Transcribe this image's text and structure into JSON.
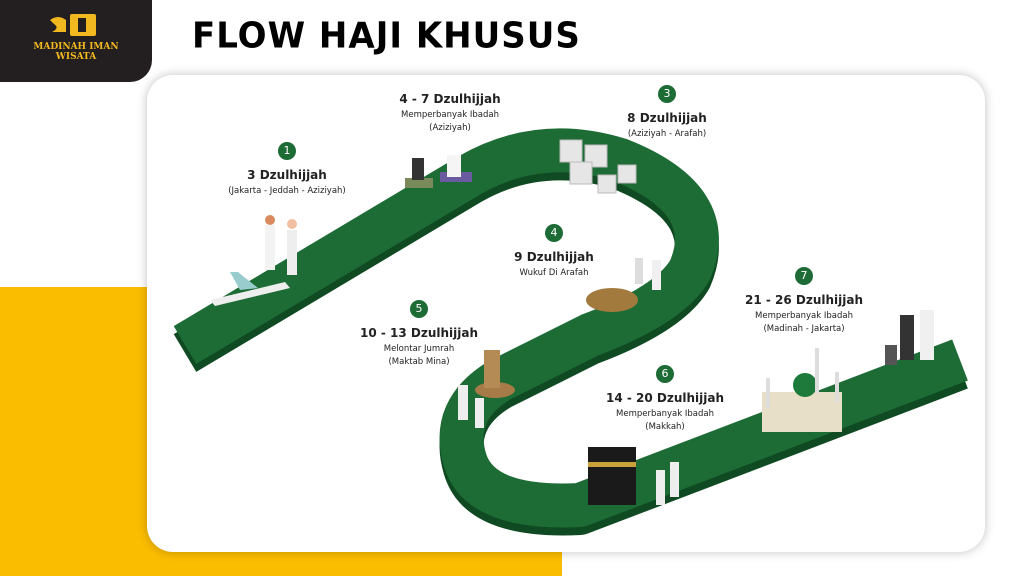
{
  "brand": {
    "name_line1": "MADINAH IMAN",
    "name_line2": "WISATA"
  },
  "title": "FLOW HAJI KHUSUS",
  "colors": {
    "green": "#1d6b35",
    "yellow": "#fbbd00",
    "dark": "#231f20",
    "gold": "#f2b81f"
  },
  "steps": [
    {
      "number": "1",
      "date": "3 Dzulhijjah",
      "lines": [
        "(Jakarta - Jeddah - Aziziyah)"
      ]
    },
    {
      "date": "4 - 7 Dzulhijjah",
      "lines": [
        "Memperbanyak Ibadah",
        "(Aziziyah)"
      ]
    },
    {
      "number": "3",
      "date": "8 Dzulhijjah",
      "lines": [
        "(Aziziyah - Arafah)"
      ]
    },
    {
      "number": "4",
      "date": "9 Dzulhijjah",
      "lines": [
        "Wukuf Di Arafah"
      ]
    },
    {
      "number": "5",
      "date": "10 - 13 Dzulhijjah",
      "lines": [
        "Melontar Jumrah",
        "(Maktab Mina)"
      ]
    },
    {
      "number": "6",
      "date": "14 - 20 Dzulhijjah",
      "lines": [
        "Memperbanyak Ibadah",
        "(Makkah)"
      ]
    },
    {
      "number": "7",
      "date": "21 - 26 Dzulhijjah",
      "lines": [
        "Memperbanyak Ibadah",
        "(Madinah - Jakarta)"
      ]
    }
  ]
}
